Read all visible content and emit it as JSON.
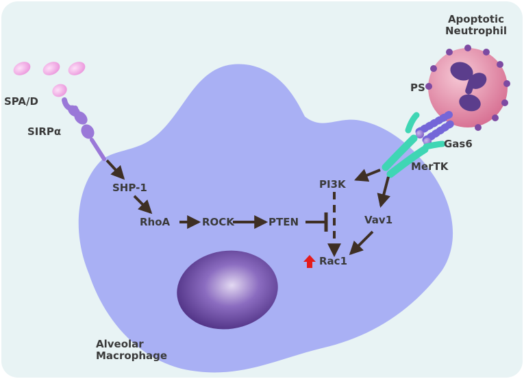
{
  "labels": {
    "spa_d": "SPA/D",
    "sirpa": "SIRPα",
    "shp1": "SHP-1",
    "rhoa": "RhoA",
    "rock": "ROCK",
    "pten": "PTEN",
    "pi3k": "PI3K",
    "vav1": "Vav1",
    "rac1": "Rac1",
    "mertk": "MerTK",
    "gas6": "Gas6",
    "ps": "PS",
    "apoptotic_line1": "Apoptotic",
    "apoptotic_line2": "Neutrophil",
    "alveolar_line1": "Alveolar",
    "alveolar_line2": "Macrophage"
  },
  "colors": {
    "background": "#e8f3f4",
    "cell_body": "#a9b0f4",
    "nucleus": "#6a4a9c",
    "arrow": "#3e2f24",
    "spa_ligand": "#f2a6e8",
    "sirpa_receptor": "#9a78d8",
    "mertk_receptor": "#3fd6b4",
    "gas6_bridge": "#7466d8",
    "neutrophil": "#e07f9f",
    "neutrophil_nucleus": "#5b3d8c",
    "ps_dots": "#7d4aa2",
    "up_arrow": "#e41b1b"
  },
  "icons": [
    "up-arrow-icon"
  ]
}
